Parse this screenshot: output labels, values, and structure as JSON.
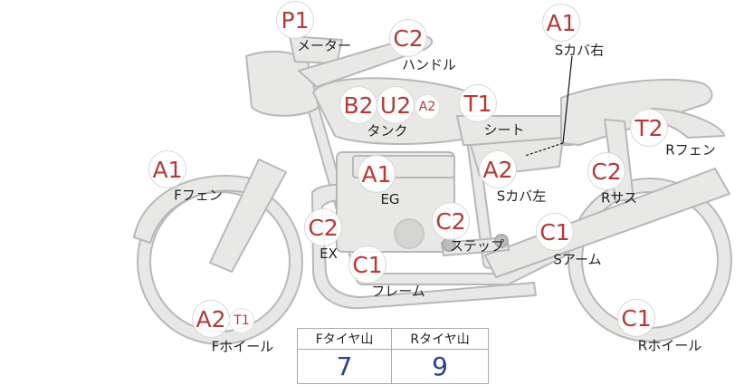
{
  "parts": [
    {
      "id": "meter",
      "badges": [
        {
          "code": "P1",
          "size": "big"
        }
      ],
      "label": "メーター"
    },
    {
      "id": "handle",
      "badges": [
        {
          "code": "C2",
          "size": "big"
        }
      ],
      "label": "ハンドル"
    },
    {
      "id": "s-cover-right",
      "badges": [
        {
          "code": "A1",
          "size": "big"
        }
      ],
      "label": "Sカバ右"
    },
    {
      "id": "tank",
      "badges": [
        {
          "code": "B2",
          "size": "big"
        },
        {
          "code": "U2",
          "size": "big"
        },
        {
          "code": "A2",
          "size": "small"
        }
      ],
      "label": "タンク"
    },
    {
      "id": "seat",
      "badges": [
        {
          "code": "T1",
          "size": "big"
        }
      ],
      "label": "シート"
    },
    {
      "id": "r-fender",
      "badges": [
        {
          "code": "T2",
          "size": "big"
        }
      ],
      "label": "Rフェン"
    },
    {
      "id": "f-fender",
      "badges": [
        {
          "code": "A1",
          "size": "big"
        }
      ],
      "label": "Fフェン"
    },
    {
      "id": "engine",
      "badges": [
        {
          "code": "A1",
          "size": "big"
        }
      ],
      "label": "EG"
    },
    {
      "id": "s-cover-left",
      "badges": [
        {
          "code": "A2",
          "size": "big"
        }
      ],
      "label": "Sカバ左"
    },
    {
      "id": "r-suspension",
      "badges": [
        {
          "code": "C2",
          "size": "big"
        }
      ],
      "label": "Rサス"
    },
    {
      "id": "exhaust",
      "badges": [
        {
          "code": "C2",
          "size": "big"
        }
      ],
      "label": "EX"
    },
    {
      "id": "step",
      "badges": [
        {
          "code": "C2",
          "size": "big"
        }
      ],
      "label": "ステップ"
    },
    {
      "id": "swing-arm",
      "badges": [
        {
          "code": "C1",
          "size": "big"
        }
      ],
      "label": "Sアーム"
    },
    {
      "id": "frame",
      "badges": [
        {
          "code": "C1",
          "size": "big"
        }
      ],
      "label": "フレーム"
    },
    {
      "id": "f-wheel",
      "badges": [
        {
          "code": "A2",
          "size": "big"
        },
        {
          "code": "T1",
          "size": "small"
        }
      ],
      "label": "Fホイール"
    },
    {
      "id": "r-wheel",
      "badges": [
        {
          "code": "C1",
          "size": "big"
        }
      ],
      "label": "Rホイール"
    }
  ],
  "tire_tread": {
    "front_label": "Fタイヤ山",
    "rear_label": "Rタイヤ山",
    "front_value": "7",
    "rear_value": "9"
  },
  "colors": {
    "badge_text": "#b33a3a",
    "part_fill": "#e8e8e6",
    "part_stroke": "#b8b8b8",
    "value_text": "#2b3f8c"
  }
}
